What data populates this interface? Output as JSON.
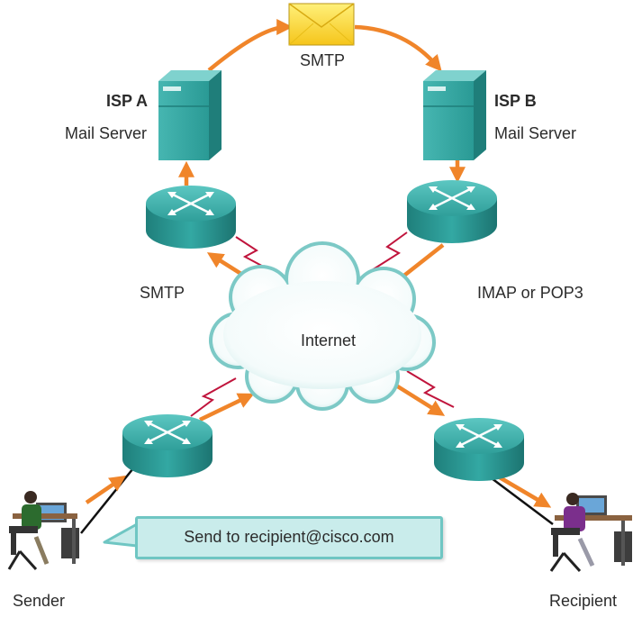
{
  "labels": {
    "isp_a": "ISP A",
    "isp_a_server": "Mail Server",
    "isp_b": "ISP B",
    "isp_b_server": "Mail Server",
    "smtp_top": "SMTP",
    "smtp_left": "SMTP",
    "imap_pop3": "IMAP or POP3",
    "internet": "Internet",
    "sender": "Sender",
    "recipient": "Recipient",
    "callout": "Send to recipient@cisco.com"
  },
  "colors": {
    "arrow": "#f0852a",
    "link_wan": "#c0143c",
    "link_lan": "#111111",
    "device_teal": "#2e9e9a",
    "callout_fill": "#c9eceb",
    "callout_border": "#6fc6c3",
    "envelope": "#f7d51f"
  }
}
